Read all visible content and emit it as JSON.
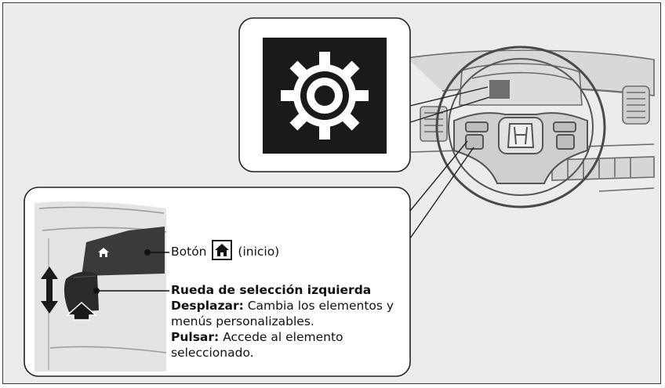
{
  "labels": {
    "home_prefix": "Botón",
    "home_suffix": "(inicio)",
    "wheel_title": "Rueda de selección izquierda",
    "scroll_term": "Desplazar:",
    "scroll_desc_1": "Cambia los elementos y",
    "scroll_desc_2": "menús personalizables.",
    "push_term": "Pulsar:",
    "push_desc_1": "Accede al elemento",
    "push_desc_2": "seleccionado."
  },
  "icons": {
    "settings": "gear-icon",
    "home": "home-icon",
    "scroll": "up-down-arrow-icon",
    "push": "push-arrow-icon",
    "brand": "honda-logo"
  },
  "colors": {
    "background": "#ececec",
    "icon_tile": "#1a1a1a",
    "icon_fg": "#ffffff",
    "line": "#222222"
  }
}
